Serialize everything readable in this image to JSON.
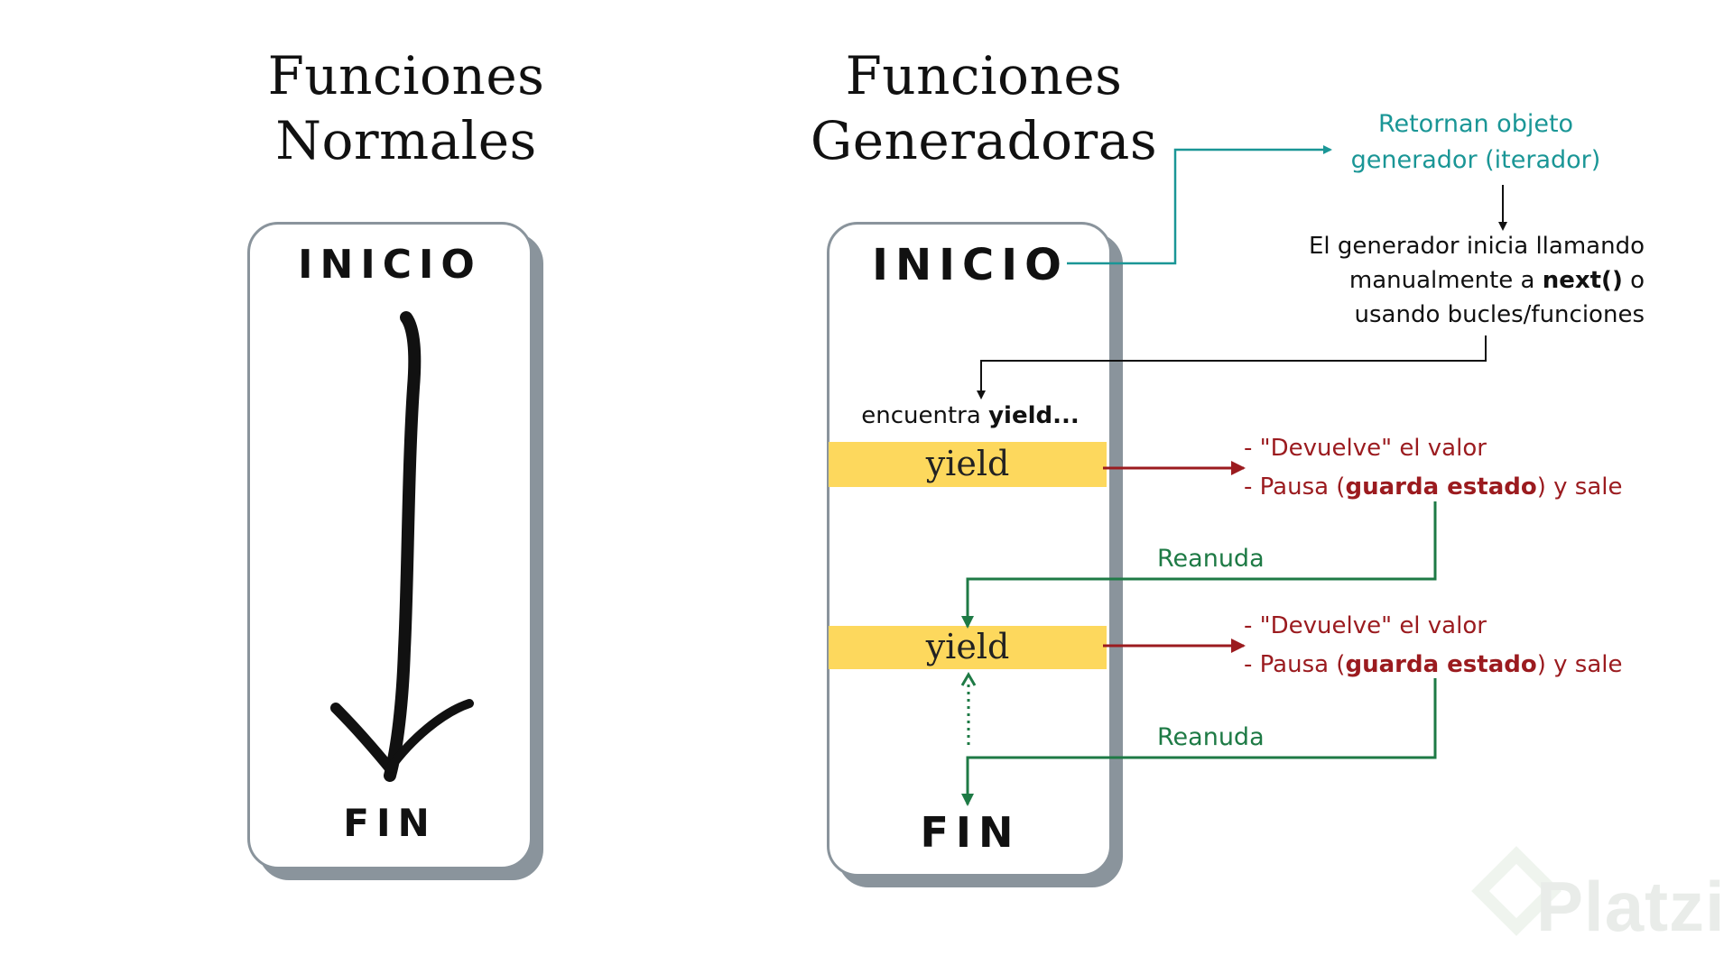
{
  "left": {
    "title_line1": "Funciones",
    "title_line2": "Normales",
    "start_label": "INICIO",
    "end_label": "FIN"
  },
  "right": {
    "title_line1": "Funciones",
    "title_line2": "Generadoras",
    "start_label": "INICIO",
    "end_label": "FIN",
    "returns_line1": "Retornan objeto",
    "returns_line2": "generador (iterador)",
    "starts_line1": "El generador inicia llamando",
    "starts_line2_pre": "manualmente a ",
    "starts_line2_bold": "next()",
    "starts_line2_post": " o",
    "starts_line3": "usando bucles/funciones",
    "finds_pre": "encuentra ",
    "finds_bold": "yield...",
    "yield1": "yield",
    "yield2": "yield",
    "block1": {
      "line1": "- \"Devuelve\" el valor",
      "line2_pre": "- Pausa (",
      "line2_bold": "guarda estado",
      "line2_post": ") y sale"
    },
    "block2": {
      "line1": "- \"Devuelve\" el valor",
      "line2_pre": "- Pausa (",
      "line2_bold": "guarda estado",
      "line2_post": ") y sale"
    },
    "resume1": "Reanuda",
    "resume2": "Reanuda"
  },
  "watermark": "Platzi",
  "colors": {
    "teal": "#1a9696",
    "red": "#9b1b1f",
    "green": "#1e7a45",
    "yield_highlight": "#fdd85d",
    "card_border": "#8a949c"
  }
}
